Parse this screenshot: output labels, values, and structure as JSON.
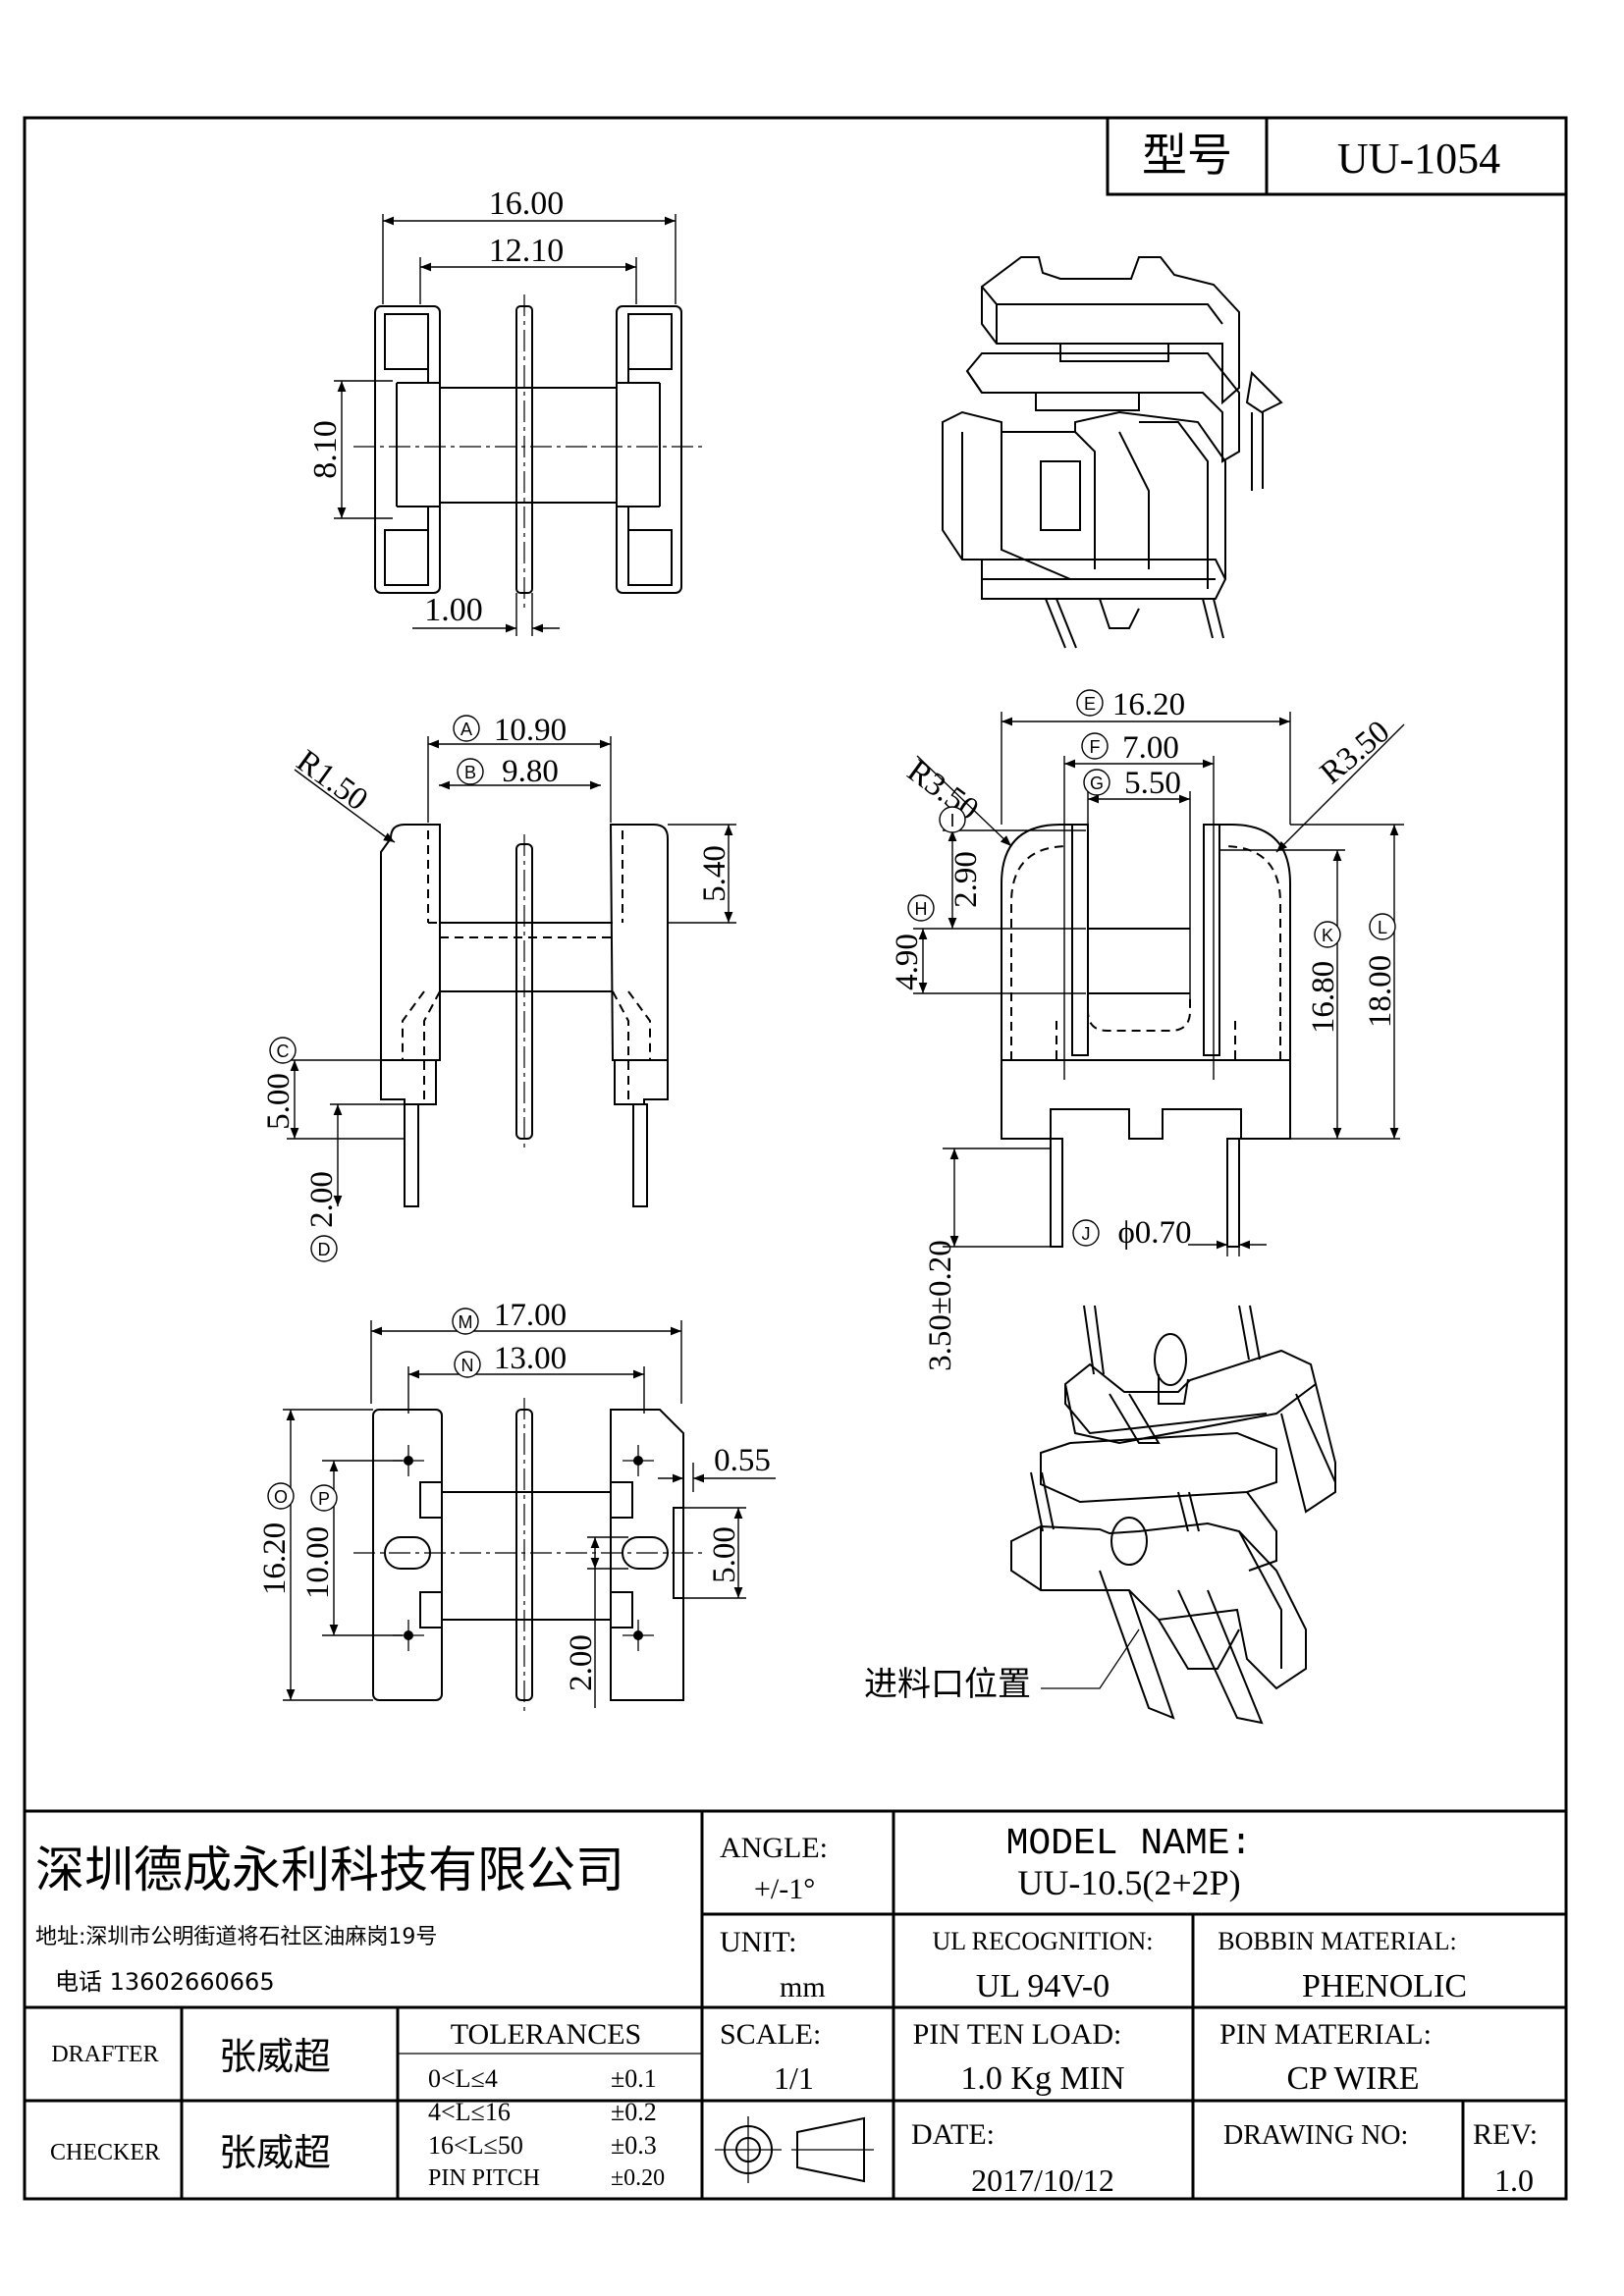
{
  "title_block_top": {
    "label": "型号",
    "value": "UU-1054"
  },
  "views": {
    "top": {
      "dims": [
        "16.00",
        "12.10",
        "8.10",
        "1.00"
      ]
    },
    "front": {
      "dims": {
        "A": "10.90",
        "B": "9.80",
        "r": "R1.50",
        "h1": "5.40",
        "C": "5.00",
        "D": "2.00"
      },
      "markers": [
        "A",
        "B",
        "C",
        "D"
      ]
    },
    "side": {
      "dims": {
        "E": "16.20",
        "F": "7.00",
        "G": "5.50",
        "r_left": "R3.50",
        "r_right": "R3.50",
        "I": "2.90",
        "H": "4.90",
        "J": "16.80",
        "K": "18.00",
        "L": "ϕ0.70",
        "pin": "3.50±0.20"
      },
      "markers": [
        "E",
        "F",
        "G",
        "H",
        "I",
        "J",
        "K",
        "L"
      ]
    },
    "bottom": {
      "dims": {
        "M": "17.00",
        "N": "13.00",
        "O": "16.20",
        "P": "10.00",
        "s1": "0.55",
        "s2": "5.00",
        "s3": "2.00"
      },
      "markers": [
        "M",
        "N",
        "O",
        "P"
      ]
    },
    "iso_bottom_label": "进料口位置"
  },
  "title_block": {
    "company": "深圳德成永利科技有限公司",
    "address": "地址:深圳市公明街道将石社区油麻岗19号",
    "phone": "电话 13602660665",
    "drafter_label": "DRAFTER",
    "drafter": "张威超",
    "checker_label": "CHECKER",
    "checker": "张威超",
    "tolerances_title": "TOLERANCES",
    "tolerances": [
      {
        "range": "0<L≤4",
        "tol": "±0.1"
      },
      {
        "range": "4<L≤16",
        "tol": "±0.2"
      },
      {
        "range": "16<L≤50",
        "tol": "±0.3"
      },
      {
        "range": "PIN PITCH",
        "tol": "±0.20"
      }
    ],
    "angle_label": "ANGLE:",
    "angle_value": "+/-1°",
    "unit_label": "UNIT:",
    "unit_value": "mm",
    "scale_label": "SCALE:",
    "scale_value": "1/1",
    "model_name_label": "MODEL NAME:",
    "model_name_value": "UU-10.5(2+2P)",
    "ul_label": "UL RECOGNITION:",
    "ul_value": "UL 94V-0",
    "bobbin_label": "BOBBIN MATERIAL:",
    "bobbin_value": "PHENOLIC",
    "pin_load_label": "PIN TEN LOAD:",
    "pin_load_value": "1.0 Kg MIN",
    "pin_material_label": "PIN MATERIAL:",
    "pin_material_value": "CP WIRE",
    "date_label": "DATE:",
    "date_value": "2017/10/12",
    "drawing_no_label": "DRAWING NO:",
    "drawing_no_value": "",
    "rev_label": "REV:",
    "rev_value": "1.0"
  }
}
